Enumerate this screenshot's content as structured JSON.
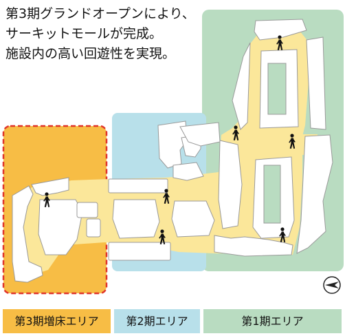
{
  "caption": {
    "line1": "第3期グランドオープンにより、",
    "line2": "サーキットモールが完成。",
    "line3": "施設内の高い回遊性を実現。"
  },
  "legend": [
    {
      "label": "第3期増床エリア",
      "color": "#f7bd45"
    },
    {
      "label": "第2期エリア",
      "color": "#b8e0ea"
    },
    {
      "label": "第1期エリア",
      "color": "#b9dcc1"
    }
  ],
  "colors": {
    "phase3_zone": "#f7bd45",
    "phase3_border": "#e0342a",
    "phase2_zone": "#b8e0ea",
    "phase1_zone": "#b9dcc1",
    "mall_corridor": "#fbe79a",
    "building": "#ffffff",
    "building_outline": "#999999",
    "pedestrian": "#111111"
  },
  "icons": {
    "pedestrian": "walking-person-icon",
    "north": "north-arrow-icon"
  }
}
